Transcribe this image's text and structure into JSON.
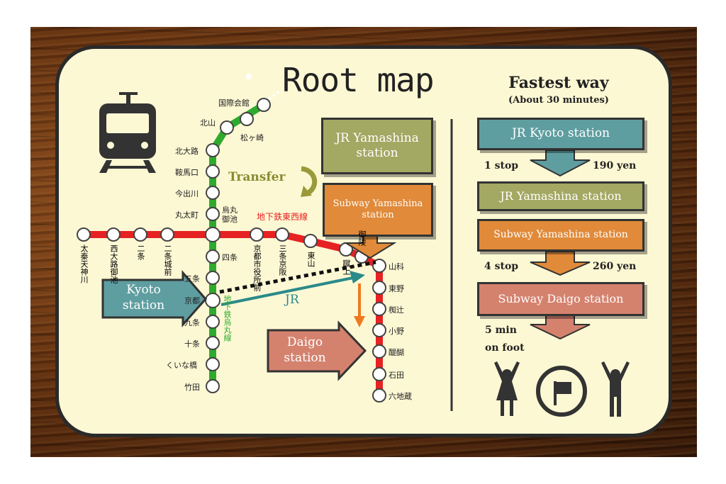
{
  "title": "Root map",
  "fastest": {
    "title": "Fastest way",
    "subtitle": "(About 30 minutes)",
    "steps": [
      {
        "label": "JR Kyoto station",
        "color": "#5f9ea0"
      },
      {
        "label": "JR Yamashina station",
        "color": "#a3a862"
      },
      {
        "label": "Subway Yamashina station",
        "color": "#e08a3a"
      },
      {
        "label": "Subway Daigo station",
        "color": "#d4826e"
      }
    ],
    "segment1": {
      "stops": "1 stop",
      "fare": "190 yen"
    },
    "segment2": {
      "stops": "4 stop",
      "fare": "260 yen"
    },
    "segment3": {
      "walk1": "5 min",
      "walk2": "on foot"
    }
  },
  "map": {
    "transfer": "Transfer",
    "jr_label": "JR",
    "jr_yamashina_1": "JR Yamashina",
    "jr_yamashina_2": "station",
    "subway_yamashina_1": "Subway Yamashina",
    "subway_yamashina_2": "station",
    "kyoto_1": "Kyoto",
    "kyoto_2": "station",
    "daigo_1": "Daigo",
    "daigo_2": "station",
    "line_tozai": "地下鉄東西線",
    "line_karasuma": "地下鉄烏丸線",
    "karasuma_stations": [
      "国際会館",
      "松ヶ崎",
      "北山",
      "北大路",
      "鞍馬口",
      "今出川",
      "丸太町",
      "烏丸御池",
      "四条",
      "五条",
      "京都",
      "九条",
      "十条",
      "くいな橋",
      "竹田"
    ],
    "tozai_west_stations": [
      "太秦天神川",
      "西大路御池",
      "二条",
      "二条城前"
    ],
    "tozai_mid_stations": [
      "京都市役所前",
      "三条京阪",
      "東山",
      "蹴上",
      "御陵"
    ],
    "tozai_south_stations": [
      "山科",
      "東野",
      "椥辻",
      "小野",
      "醍醐",
      "石田",
      "六地蔵"
    ]
  },
  "colors": {
    "green": "#2eaa2e",
    "red": "#e62222",
    "jr": "#2a8a8a",
    "orange": "#ee7a1e"
  }
}
